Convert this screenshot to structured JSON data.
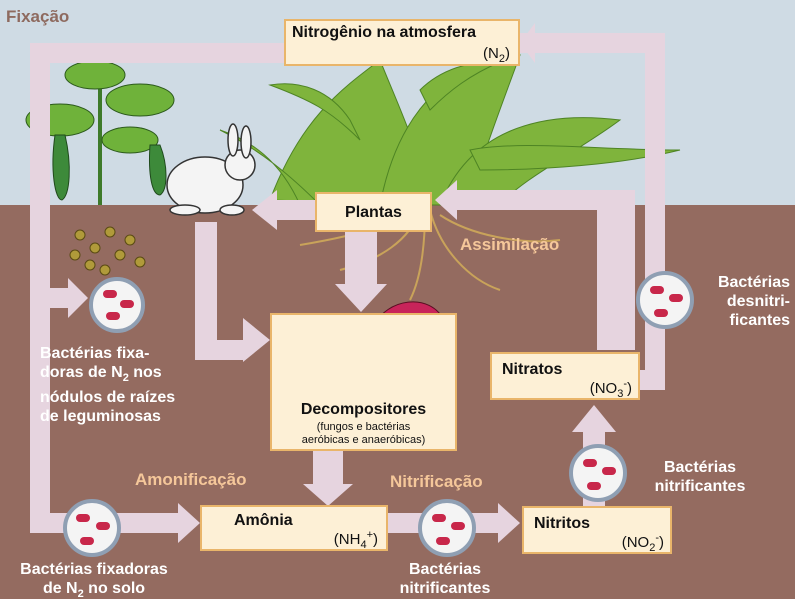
{
  "colors": {
    "sky": "#cfdbe4",
    "soil": "#946b60",
    "arrow": "#e6d4df",
    "box_fill": "#fdf0d6",
    "box_border": "#e9b56a",
    "process_text": "#f5c79a",
    "title_text": "#8e6a5f",
    "bacteria": "#c8274a"
  },
  "icons": [
    "bacteria-cell-icon",
    "plant-icon",
    "rabbit-icon",
    "mushroom-icon",
    "soil-roots-icon"
  ],
  "fixation_title": "Fixação",
  "atmosphere": {
    "title": "Nitrogênio na atmosfera",
    "formula": "N",
    "sub": "2",
    "close": ")",
    "open": "("
  },
  "plants": {
    "title": "Plantas"
  },
  "assimilation": "Assimilação",
  "decomposers": {
    "title": "Decompositores",
    "line1": "(fungos e bactérias",
    "line2": "aeróbicas e anaeróbicas)"
  },
  "ammonification": "Amonificação",
  "nitrification": "Nitrificação",
  "ammonia": {
    "title": "Amônia",
    "formula_open": "(NH",
    "sub": "4",
    "sup": "+",
    "formula_close": ")"
  },
  "nitrites": {
    "title": "Nitritos",
    "formula_open": "(NO",
    "sub": "2",
    "sup": "-",
    "formula_close": ")"
  },
  "nitrates": {
    "title": "Nitratos",
    "formula_open": "(NO",
    "sub": "3",
    "sup": "-",
    "formula_close": ")"
  },
  "legume_bacteria": {
    "line1": "Bactérias fixa-",
    "line2_a": "doras de N",
    "line2_sub": "2",
    "line2_b": " nos",
    "line3": "nódulos de raízes",
    "line4": "de leguminosas"
  },
  "soil_bacteria": {
    "line1": "Bactérias fixadoras",
    "line2_a": "de N",
    "line2_sub": "2",
    "line2_b": " no solo"
  },
  "nitrifying_bottom": {
    "line1": "Bactérias",
    "line2": "nitrificantes"
  },
  "nitrifying_right": {
    "line1": "Bactérias",
    "line2": "nitrificantes"
  },
  "denitrifying": {
    "line1": "Bactérias",
    "line2": "desnitri-",
    "line3": "ficantes"
  }
}
